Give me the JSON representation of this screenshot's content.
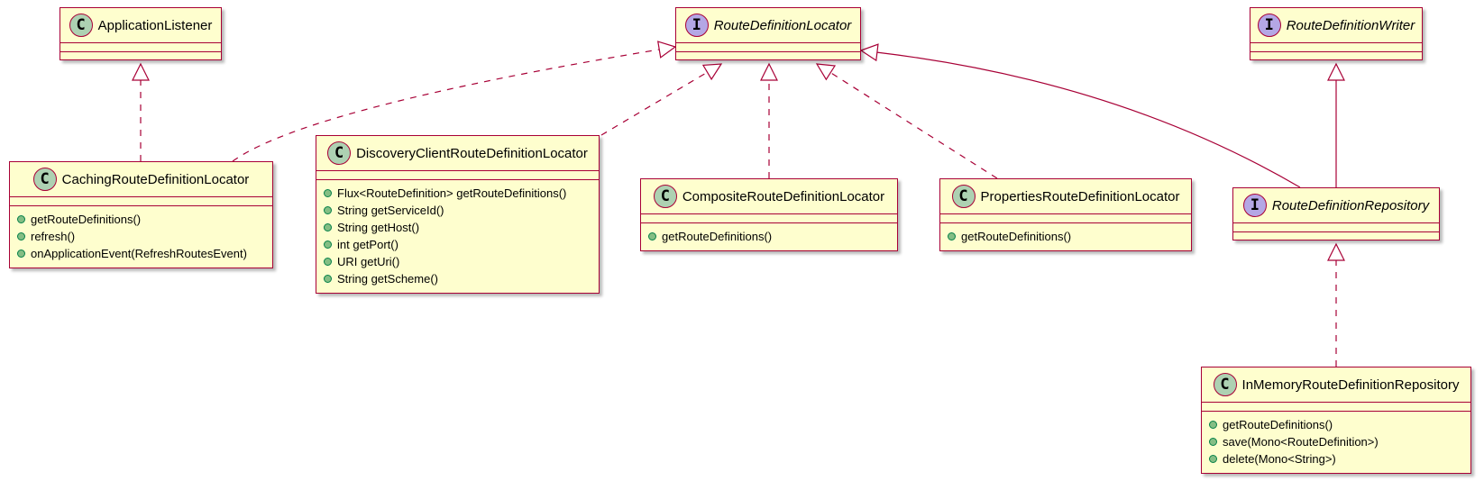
{
  "colors": {
    "border": "#A80036",
    "fill": "#FEFECE",
    "class_badge": "#ADD1B2",
    "interface_badge": "#B4A7E5",
    "public_method_dot": "#84BE84"
  },
  "classes": [
    {
      "id": "applicationListener",
      "kind": "class",
      "badge": "C",
      "name": "ApplicationListener",
      "methods": []
    },
    {
      "id": "routeDefinitionLocator",
      "kind": "interface",
      "badge": "I",
      "name": "RouteDefinitionLocator",
      "methods": []
    },
    {
      "id": "routeDefinitionWriter",
      "kind": "interface",
      "badge": "I",
      "name": "RouteDefinitionWriter",
      "methods": []
    },
    {
      "id": "cachingRouteDefinitionLocator",
      "kind": "class",
      "badge": "C",
      "name": "CachingRouteDefinitionLocator",
      "methods": [
        "getRouteDefinitions()",
        "refresh()",
        "onApplicationEvent(RefreshRoutesEvent)"
      ]
    },
    {
      "id": "discoveryClientRouteDefinitionLocator",
      "kind": "class",
      "badge": "C",
      "name": "DiscoveryClientRouteDefinitionLocator",
      "methods": [
        "Flux<RouteDefinition> getRouteDefinitions()",
        "String getServiceId()",
        "String getHost()",
        "int getPort()",
        "URI getUri()",
        "String getScheme()"
      ]
    },
    {
      "id": "compositeRouteDefinitionLocator",
      "kind": "class",
      "badge": "C",
      "name": "CompositeRouteDefinitionLocator",
      "methods": [
        "getRouteDefinitions()"
      ]
    },
    {
      "id": "propertiesRouteDefinitionLocator",
      "kind": "class",
      "badge": "C",
      "name": "PropertiesRouteDefinitionLocator",
      "methods": [
        "getRouteDefinitions()"
      ]
    },
    {
      "id": "routeDefinitionRepository",
      "kind": "interface",
      "badge": "I",
      "name": "RouteDefinitionRepository",
      "methods": []
    },
    {
      "id": "inMemoryRouteDefinitionRepository",
      "kind": "class",
      "badge": "C",
      "name": "InMemoryRouteDefinitionRepository",
      "methods": [
        "getRouteDefinitions()",
        "save(Mono<RouteDefinition>)",
        "delete(Mono<String>)"
      ]
    }
  ],
  "relations": [
    {
      "from": "cachingRouteDefinitionLocator",
      "to": "applicationListener",
      "type": "realization"
    },
    {
      "from": "cachingRouteDefinitionLocator",
      "to": "routeDefinitionLocator",
      "type": "realization"
    },
    {
      "from": "discoveryClientRouteDefinitionLocator",
      "to": "routeDefinitionLocator",
      "type": "realization"
    },
    {
      "from": "compositeRouteDefinitionLocator",
      "to": "routeDefinitionLocator",
      "type": "realization"
    },
    {
      "from": "propertiesRouteDefinitionLocator",
      "to": "routeDefinitionLocator",
      "type": "realization"
    },
    {
      "from": "routeDefinitionRepository",
      "to": "routeDefinitionLocator",
      "type": "generalization"
    },
    {
      "from": "routeDefinitionRepository",
      "to": "routeDefinitionWriter",
      "type": "generalization"
    },
    {
      "from": "inMemoryRouteDefinitionRepository",
      "to": "routeDefinitionRepository",
      "type": "realization"
    }
  ]
}
